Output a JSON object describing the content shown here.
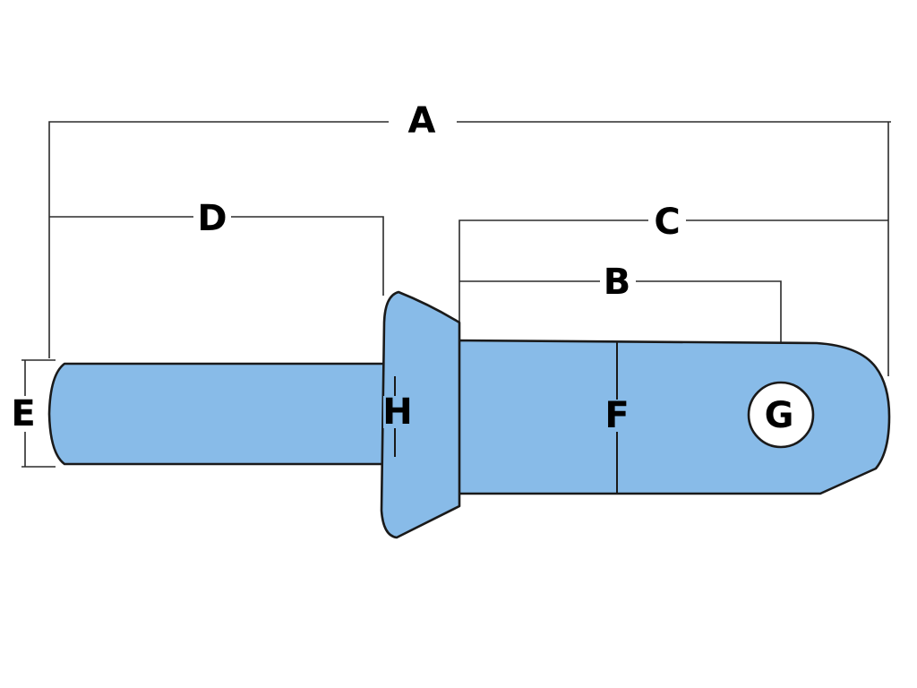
{
  "colors": {
    "part_fill": "#88bbe8",
    "outline": "#1a1a1a",
    "dimension_line": "#2b2b2b",
    "background": "#ffffff"
  },
  "labels": {
    "A": "A",
    "B": "B",
    "C": "C",
    "D": "D",
    "E": "E",
    "F": "F",
    "G": "G",
    "H": "H"
  }
}
